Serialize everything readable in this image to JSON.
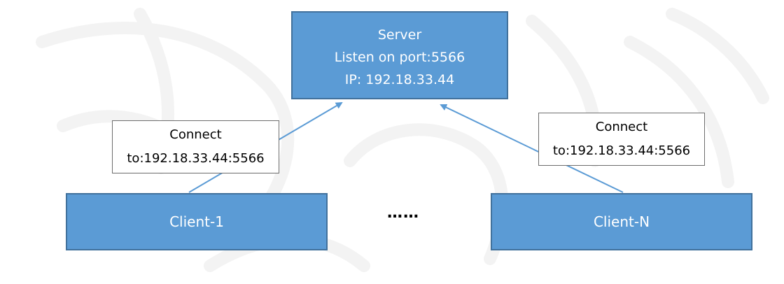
{
  "colors": {
    "box_fill": "#5b9bd5",
    "box_border": "#41719c",
    "arrow": "#5b9bd5"
  },
  "server": {
    "title": "Server",
    "listen": "Listen on port:5566",
    "ip": "IP: 192.18.33.44"
  },
  "clients": [
    {
      "label": "Client-1"
    },
    {
      "label": "Client-N"
    }
  ],
  "connect_labels": [
    {
      "line1": "Connect",
      "line2": "to:192.18.33.44:5566"
    },
    {
      "line1": "Connect",
      "line2": "to:192.18.33.44:5566"
    }
  ],
  "ellipsis": "……"
}
